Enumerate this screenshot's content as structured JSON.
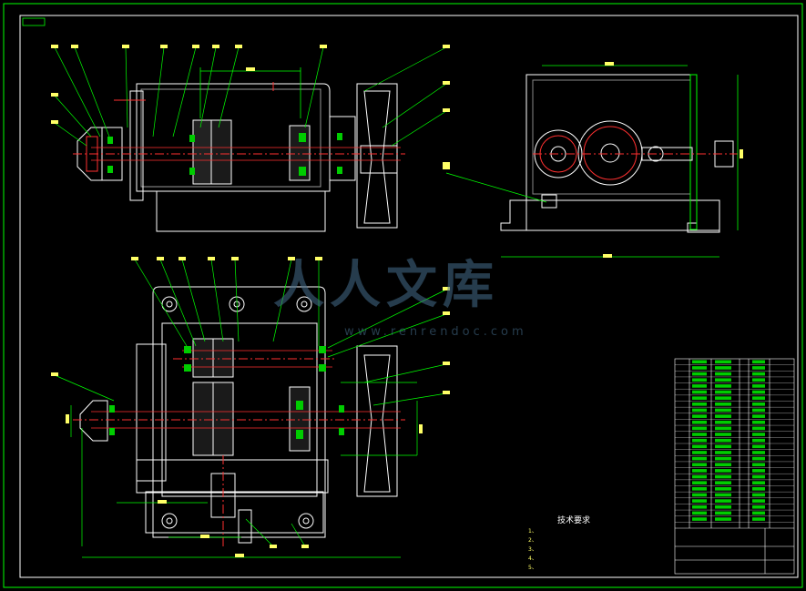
{
  "drawing": {
    "stamp_label": "",
    "watermark_cn": "人人文库",
    "watermark_en": "www.renrendoc.com"
  },
  "technical_requirements": {
    "title": "技术要求",
    "lines": [
      "1、",
      "2、",
      "3、",
      "4、",
      "5、"
    ]
  },
  "colors": {
    "background": "#000000",
    "frame": "#00ff00",
    "outline": "#ffffff",
    "centerline": "#ff3030",
    "leader": "#00ff00",
    "text": "#ffff66",
    "watermark": "#46708c"
  }
}
